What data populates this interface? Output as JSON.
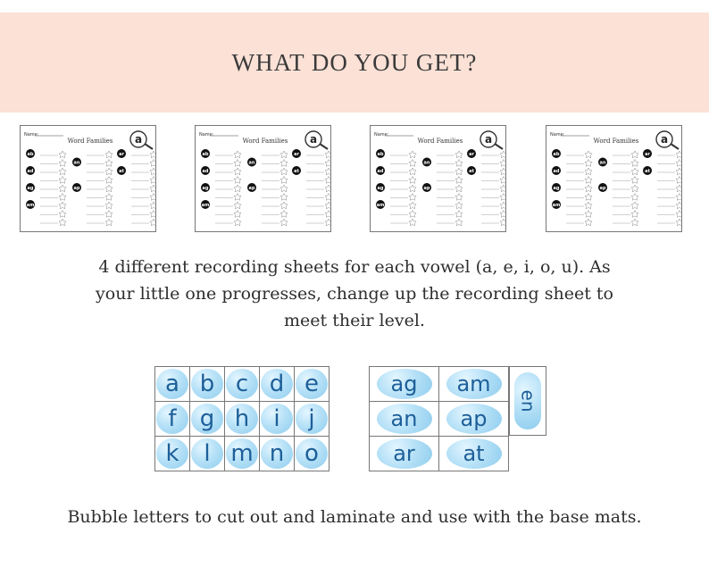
{
  "header": {
    "title": "WHAT DO YOU GET?"
  },
  "sheets": [
    {
      "name_label": "Name:",
      "title": "Word Families",
      "vowel": "a",
      "variant": "full-words"
    },
    {
      "name_label": "Name:",
      "title": "Word Families",
      "vowel": "a",
      "variant": "first-letter"
    },
    {
      "name_label": "Name:",
      "title": "Word Families",
      "vowel": "a",
      "variant": "blank-lines"
    },
    {
      "name_label": "Name:",
      "title": "Word Families",
      "vowel": "a",
      "variant": "endings"
    }
  ],
  "sheet_families": [
    "ab",
    "ad",
    "ag",
    "am",
    "an",
    "ap",
    "ar",
    "at"
  ],
  "description": {
    "line1": "4 different recording sheets for each vowel (a, e, i, o, u). As",
    "line2": "your little one progresses, change up the recording sheet to",
    "line3": "meet their level."
  },
  "letters": [
    "a",
    "b",
    "c",
    "d",
    "e",
    "f",
    "g",
    "h",
    "i",
    "j",
    "k",
    "l",
    "m",
    "n",
    "o"
  ],
  "word_families": [
    "ag",
    "am",
    "an",
    "ap",
    "ar",
    "at"
  ],
  "vowel_tab": "en",
  "caption": "Bubble letters to cut out and laminate and use with the base mats.",
  "colors": {
    "banner": "#fbe1d6",
    "bubble_text": "#1d5f99",
    "bubble_fill": "#b6e1f7"
  }
}
